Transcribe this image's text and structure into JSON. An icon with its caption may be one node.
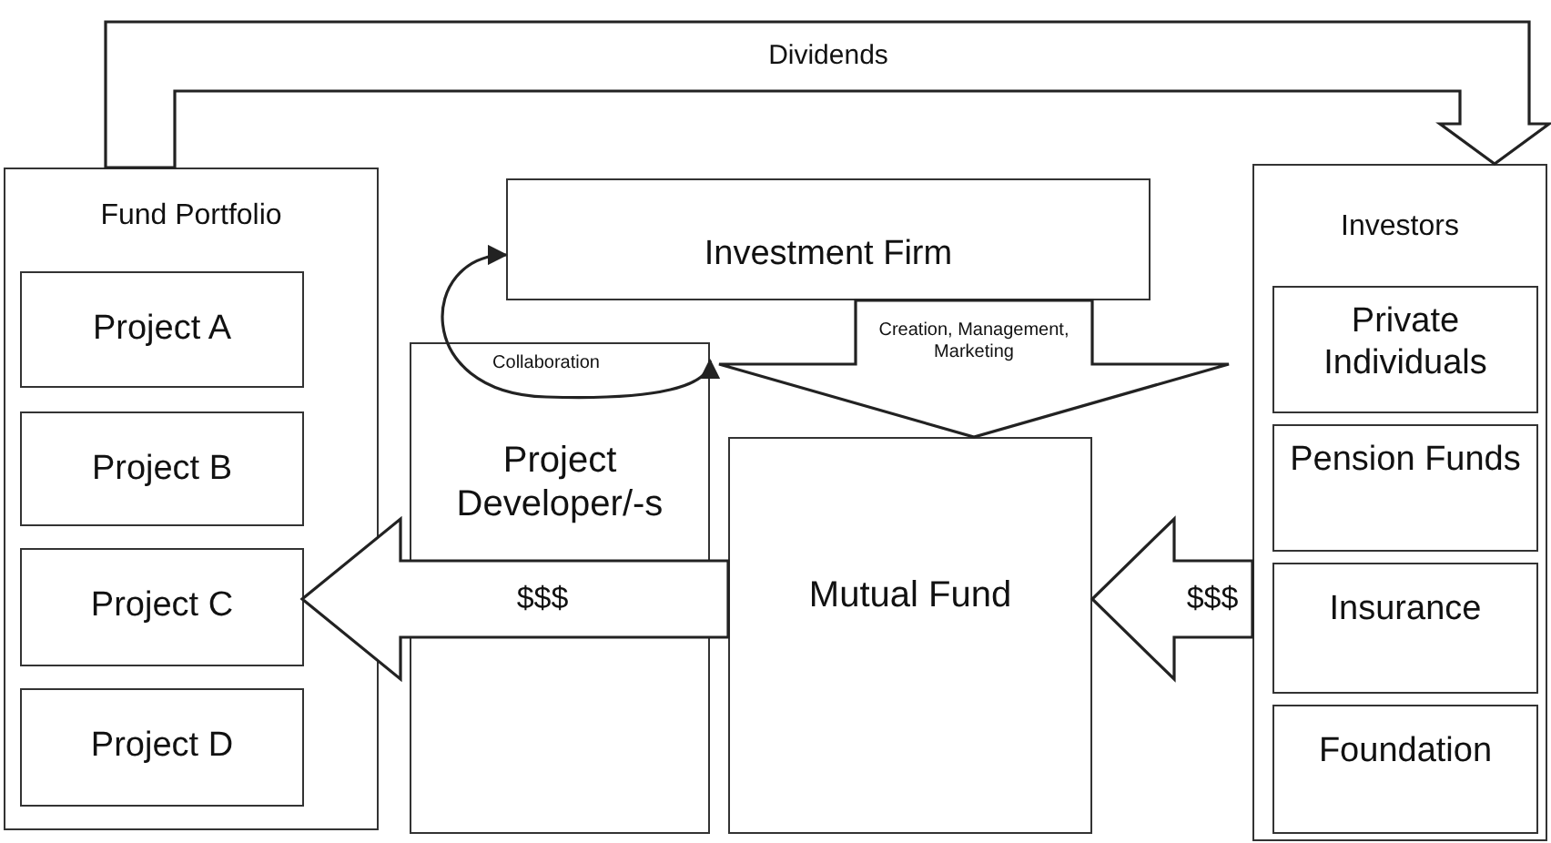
{
  "diagram": {
    "nodes": [
      {
        "text": [
          "Fund Portfolio"
        ]
      },
      {
        "text": [
          "Project A"
        ],
        "in": 0
      },
      {
        "text": [
          "Project B"
        ],
        "in": 0
      },
      {
        "text": [
          "Project C"
        ],
        "in": 0
      },
      {
        "text": [
          "Project D"
        ],
        "in": 0
      },
      {
        "text": [
          "Investment Firm"
        ]
      },
      {
        "text": [
          "Project Developer/-s"
        ]
      },
      {
        "text": [
          "Mutual Fund"
        ]
      },
      {
        "text": [
          "Investors"
        ]
      },
      {
        "text": [
          "Private Individuals"
        ],
        "in": 8
      },
      {
        "text": [
          "Pension Funds"
        ],
        "in": 8
      },
      {
        "text": [
          "Insurance"
        ],
        "in": 8
      },
      {
        "text": [
          "Foundation"
        ],
        "in": 8
      }
    ],
    "edges": [
      {
        "from": 0,
        "to": 8,
        "arrow": "to",
        "label": "Dividends",
        "style": "thick"
      },
      {
        "from": 5,
        "to": 6,
        "arrow": "both",
        "label": "Collaboration"
      },
      {
        "from": 5,
        "to": 7,
        "arrow": "to",
        "label": "Creation, Management, Marketing",
        "style": "thick"
      },
      {
        "from": 8,
        "to": 7,
        "arrow": "to",
        "label": "$$$",
        "style": "thick"
      },
      {
        "from": 7,
        "to": 3,
        "arrow": "to",
        "label": "$$$",
        "style": "thick"
      }
    ]
  }
}
